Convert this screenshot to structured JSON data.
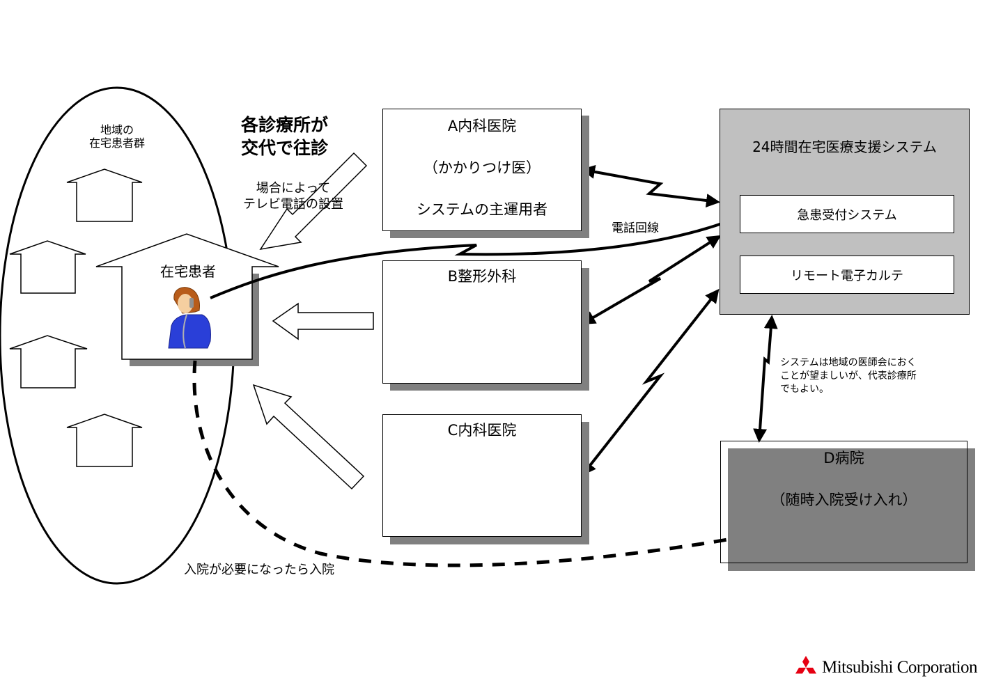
{
  "region": {
    "label_line1": "地域の",
    "label_line2": "在宅患者群"
  },
  "patient_house": {
    "label": "在宅患者",
    "figure": "woman-on-phone-icon"
  },
  "house_visit_note": {
    "line1": "各診療所が",
    "line2": "交代で往診"
  },
  "video_phone_note": {
    "line1": "場合によって",
    "line2": "テレビ電話の設置"
  },
  "phone_line_label": "電話回線",
  "clinics": [
    {
      "id": "A",
      "lines": [
        "A内科医院",
        "（かかりつけ医）",
        "システムの主運用者"
      ]
    },
    {
      "id": "B",
      "lines": [
        "B整形外科"
      ]
    },
    {
      "id": "C",
      "lines": [
        "C内科医院"
      ]
    }
  ],
  "system": {
    "title": "24時間在宅医療支援システム",
    "modules": [
      "急患受付システム",
      "リモート電子カルテ"
    ],
    "fill_color": "#c0c0c0"
  },
  "system_note": {
    "line1": "システムは地域の医師会におく",
    "line2": "ことが望ましいが、代表診療所",
    "line3": "でもよい。"
  },
  "hospital": {
    "title": "D病院",
    "subtitle": "（随時入院受け入れ）"
  },
  "admission_label": "入院が必要になったら入院",
  "logo": {
    "name": "Mitsubishi Corporation",
    "mark_color": "#e60012"
  }
}
